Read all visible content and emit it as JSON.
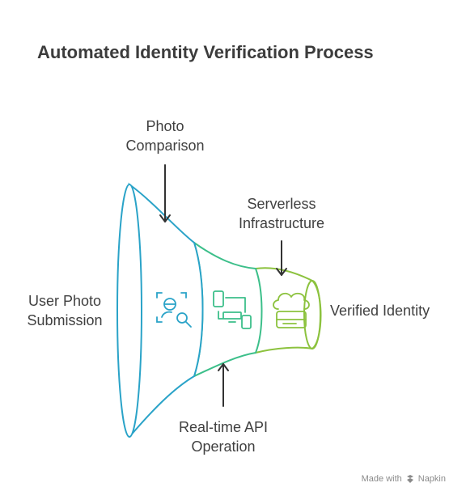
{
  "title": "Automated Identity Verification Process",
  "labels": {
    "photo_comparison": [
      "Photo",
      "Comparison"
    ],
    "serverless": [
      "Serverless",
      "Infrastructure"
    ],
    "user_photo": [
      "User Photo",
      "Submission"
    ],
    "verified": "Verified Identity",
    "realtime_api": [
      "Real-time API",
      "Operation"
    ]
  },
  "icons": {
    "stage1": "face-scan-search-icon",
    "stage2": "devices-icon",
    "stage3": "cloud-server-icon"
  },
  "colors": {
    "stage1": "#2aa3c8",
    "stage2": "#3cbf8a",
    "stage3": "#8cc23e",
    "arrow": "#333333"
  },
  "footer": {
    "made_with": "Made with",
    "brand": "Napkin"
  }
}
